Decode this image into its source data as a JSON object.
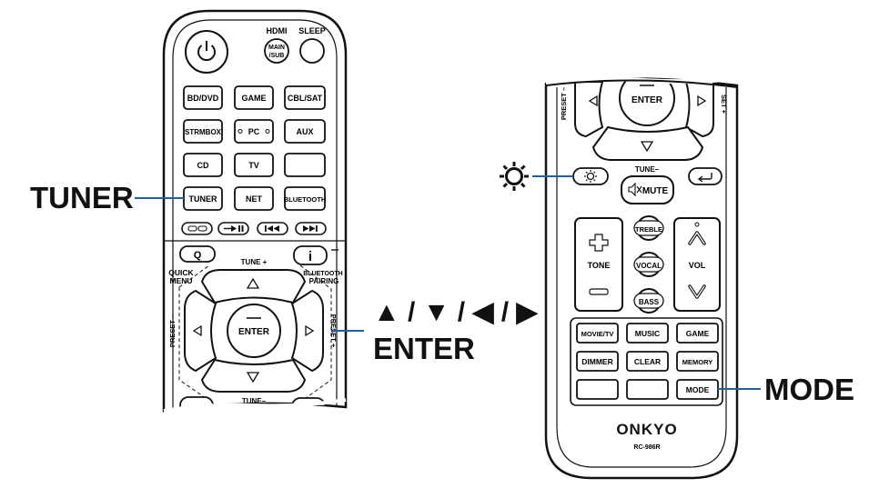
{
  "callouts": {
    "tuner": "TUNER",
    "arrows": "▲ / ▼ / ◀ / ▶",
    "enter": "ENTER",
    "mode": "MODE"
  },
  "remote_left": {
    "power_icon": "power-icon",
    "hdmi_label": "HDMI",
    "main_sub_label": "MAIN\n/SUB",
    "main_label": "MAIN",
    "sub_label": "/SUB",
    "sleep_label": "SLEEP",
    "inputs": {
      "bd_dvd": "BD/DVD",
      "game": "GAME",
      "cbl_sat": "CBL/SAT",
      "strmbox": "STRMBOX",
      "pc": "PC",
      "aux": "AUX",
      "cd": "CD",
      "tv": "TV",
      "tuner": "TUNER",
      "net": "NET",
      "bluetooth": "BLUETOOTH"
    },
    "transport_icons": [
      "repeat-icon",
      "play-pause-icon",
      "previous-icon",
      "next-icon"
    ],
    "q_label": "Q",
    "i_label": "i",
    "quick_menu_1": "QUICK",
    "quick_menu_2": "MENU",
    "tune_plus": "TUNE +",
    "bt_pairing_1": "BLUETOOTH",
    "bt_pairing_2": "PAIRING",
    "preset_minus": "PRESET –",
    "preset_plus": "PRESET +",
    "enter_label": "ENTER",
    "tune_minus": "TUNE–"
  },
  "remote_right": {
    "preset_minus": "PRESET –",
    "preset_plus": "SET +",
    "enter_label": "ENTER",
    "tune_minus": "TUNE–",
    "mute_label": "MUTE",
    "treble": "TREBLE",
    "tone": "TONE",
    "vocal": "VOCAL",
    "bass": "BASS",
    "vol": "VOL",
    "movie_tv": "MOVIE/TV",
    "music": "MUSIC",
    "game": "GAME",
    "dimmer": "DIMMER",
    "clear": "CLEAR",
    "memory": "MEMORY",
    "mode": "MODE",
    "brand": "ONKYO",
    "model": "RC-986R"
  },
  "colors": {
    "callout_line": "#1f5fa8",
    "outline": "#111111"
  }
}
